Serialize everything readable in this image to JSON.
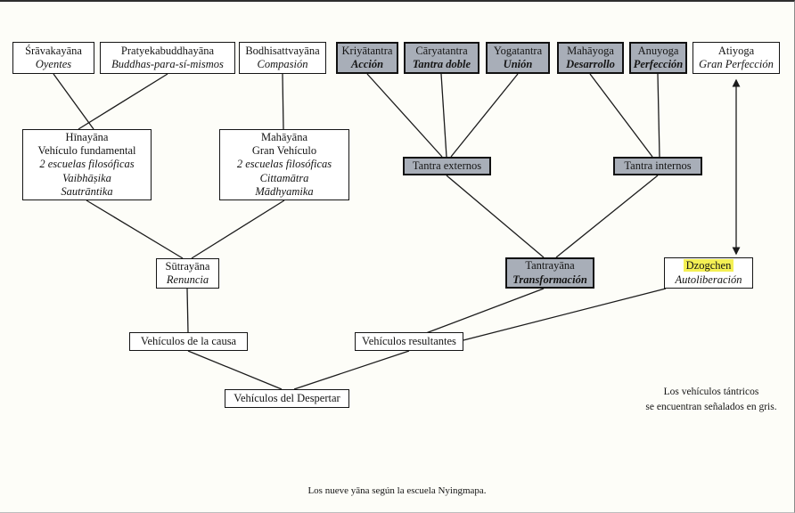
{
  "caption": "Los nueve yāna según la escuela Nyingmapa.",
  "note": {
    "line1": "Los vehículos tántricos",
    "line2": "se encuentran señalados en gris."
  },
  "colors": {
    "gray_box_fill": "#a8aeb8",
    "highlight_yellow": "#f4f054",
    "line_color": "#1b1b1b",
    "background": "#fdfdf8"
  },
  "nodes": {
    "shravakayana": {
      "name": "Śrāvakayāna",
      "subtitle": "Oyentes"
    },
    "pratyekabuddhayana": {
      "name": "Pratyekabuddhayāna",
      "subtitle": "Buddhas-para-sí-mismos"
    },
    "bodhisattvayana": {
      "name": "Bodhisattvayāna",
      "subtitle": "Compasión"
    },
    "kriyatantra": {
      "name": "Kriyātantra",
      "subtitle": "Acción"
    },
    "caryatantra": {
      "name": "Cāryatantra",
      "subtitle": "Tantra doble"
    },
    "yogatantra": {
      "name": "Yogatantra",
      "subtitle": "Unión"
    },
    "mahayoga": {
      "name": "Mahāyoga",
      "subtitle": "Desarrollo"
    },
    "anuyoga": {
      "name": "Anuyoga",
      "subtitle": "Perfección"
    },
    "atiyoga": {
      "name": "Atiyoga",
      "subtitle": "Gran Perfección"
    },
    "hinayana": {
      "line1": "Hīnayāna",
      "line2": "Vehículo fundamental",
      "line3": "2 escuelas filosóficas",
      "line4": "Vaibhāṣika",
      "line5": "Sautrāntika"
    },
    "mahayana": {
      "line1": "Mahāyāna",
      "line2": "Gran Vehículo",
      "line3": "2 escuelas filosóficas",
      "line4": "Cittamātra",
      "line5": "Mādhyamika"
    },
    "tantra_externos": {
      "name": "Tantra externos"
    },
    "tantra_internos": {
      "name": "Tantra internos"
    },
    "sutrayana": {
      "name": "Sūtrayāna",
      "subtitle": "Renuncia"
    },
    "tantrayana": {
      "name": "Tantrayāna",
      "subtitle": "Transformación"
    },
    "dzogchen": {
      "name": "Dzogchen",
      "subtitle": "Autoliberación"
    },
    "vehiculos_causa": {
      "name": "Vehículos de la causa"
    },
    "vehiculos_resultantes": {
      "name": "Vehículos resultantes"
    },
    "vehiculos_despertar": {
      "name": "Vehículos del Despertar"
    }
  }
}
